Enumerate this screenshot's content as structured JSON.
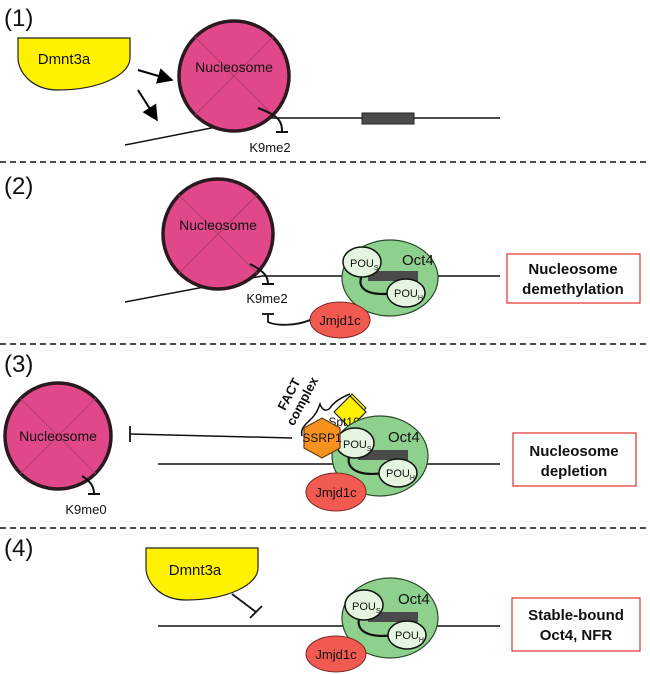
{
  "panels": [
    {
      "number": "(1)",
      "nucleosome_label": "Nucleosome",
      "mark": "K9me2",
      "enzyme": "Dmnt3a"
    },
    {
      "number": "(2)",
      "nucleosome_label": "Nucleosome",
      "mark": "K9me2",
      "oct4": "Oct4",
      "pou_s": "POU",
      "pou_s_sub": "S",
      "pou_h": "POU",
      "pou_h_sub": "H",
      "demethylase": "Jmjd1c",
      "outcome_line1": "Nucleosome",
      "outcome_line2": "demethylation"
    },
    {
      "number": "(3)",
      "nucleosome_label": "Nucleosome",
      "mark": "K9me0",
      "fact_line1": "FACT",
      "fact_line2": "complex",
      "spt16": "Spt16",
      "ssrp1": "SSRP1",
      "oct4": "Oct4",
      "pou_s": "POU",
      "pou_s_sub": "S",
      "pou_h": "POU",
      "pou_h_sub": "H",
      "demethylase": "Jmjd1c",
      "outcome_line1": "Nucleosome",
      "outcome_line2": "depletion"
    },
    {
      "number": "(4)",
      "enzyme": "Dmnt3a",
      "oct4": "Oct4",
      "pou_s": "POU",
      "pou_s_sub": "S",
      "pou_h": "POU",
      "pou_h_sub": "H",
      "demethylase": "Jmjd1c",
      "outcome_line1": "Stable-bound",
      "outcome_line2": "Oct4, NFR"
    }
  ],
  "colors": {
    "nucleosome": "#e0488a",
    "nucleosome_edge": "#2a1a20",
    "oct4": "#8ed08e",
    "pou_domain": "#e6f5e0",
    "jmjd1c": "#f05a50",
    "dmnt3a": "#fff200",
    "ssrp1": "#f7921e",
    "spt16": "#fff200",
    "outcome_border": "#e03030",
    "dna_box": "#4a4a4a"
  }
}
